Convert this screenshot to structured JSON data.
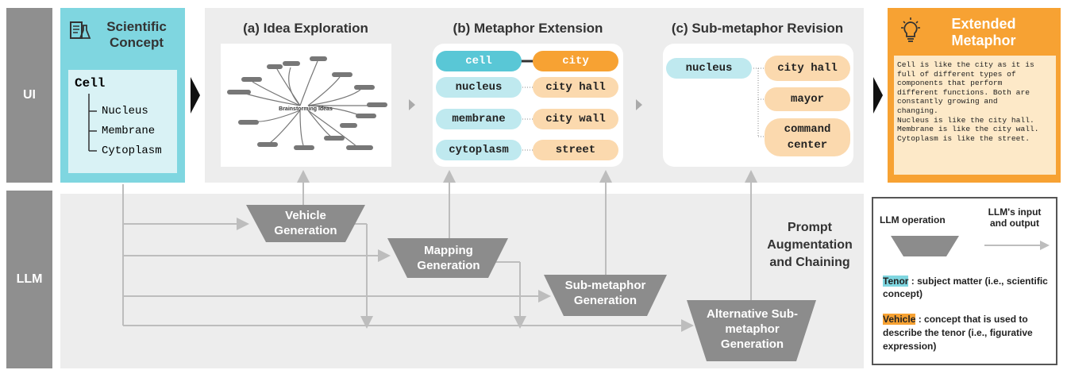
{
  "sidebar": {
    "ui_label": "UI",
    "llm_label": "LLM"
  },
  "concept": {
    "title": "Scientific Concept",
    "root": "Cell",
    "children": [
      "Nucleus",
      "Membrane",
      "Cytoplasm"
    ]
  },
  "panels": {
    "idea": {
      "title": "(a) Idea Exploration",
      "center_label": "Brainstorming Ideas"
    },
    "extension": {
      "title": "(b) Metaphor Extension",
      "rows": [
        {
          "tenor": "cell",
          "vehicle": "city"
        },
        {
          "tenor": "nucleus",
          "vehicle": "city hall"
        },
        {
          "tenor": "membrane",
          "vehicle": "city wall"
        },
        {
          "tenor": "cytoplasm",
          "vehicle": "street"
        }
      ]
    },
    "revision": {
      "title": "(c) Sub-metaphor Revision",
      "tenor": "nucleus",
      "options": [
        "city hall",
        "mayor",
        "command center"
      ]
    }
  },
  "extended": {
    "title": "Extended Metaphor",
    "lines": [
      "Cell is like the city as it is",
      "full of different types of",
      "components that perform",
      "different functions. Both are",
      "constantly growing and",
      "changing.",
      "Nucleus is like the city hall.",
      "Membrane is like the city wall.",
      "Cytoplasm is like the street."
    ]
  },
  "operations": {
    "vehicle": "Vehicle Generation",
    "mapping": "Mapping Generation",
    "submetaphor": "Sub-metaphor Generation",
    "alternative": "Alternative Sub-metaphor Generation",
    "prompt": "Prompt Augmentation and Chaining"
  },
  "legend": {
    "op_label": "LLM operation",
    "io_label": "LLM's input and output",
    "tenor_key": "Tenor",
    "tenor_desc": " : subject matter (i.e., scientific concept)",
    "vehicle_key": "Vehicle",
    "vehicle_desc": " : concept that is used to describe the tenor (i.e., figurative expression)"
  },
  "colors": {
    "tenor": "#bfe9ef",
    "vehicle": "#fbd9ae",
    "concept": "#7fd6e0",
    "extended": "#f7a233",
    "operation": "#8c8c8c"
  }
}
